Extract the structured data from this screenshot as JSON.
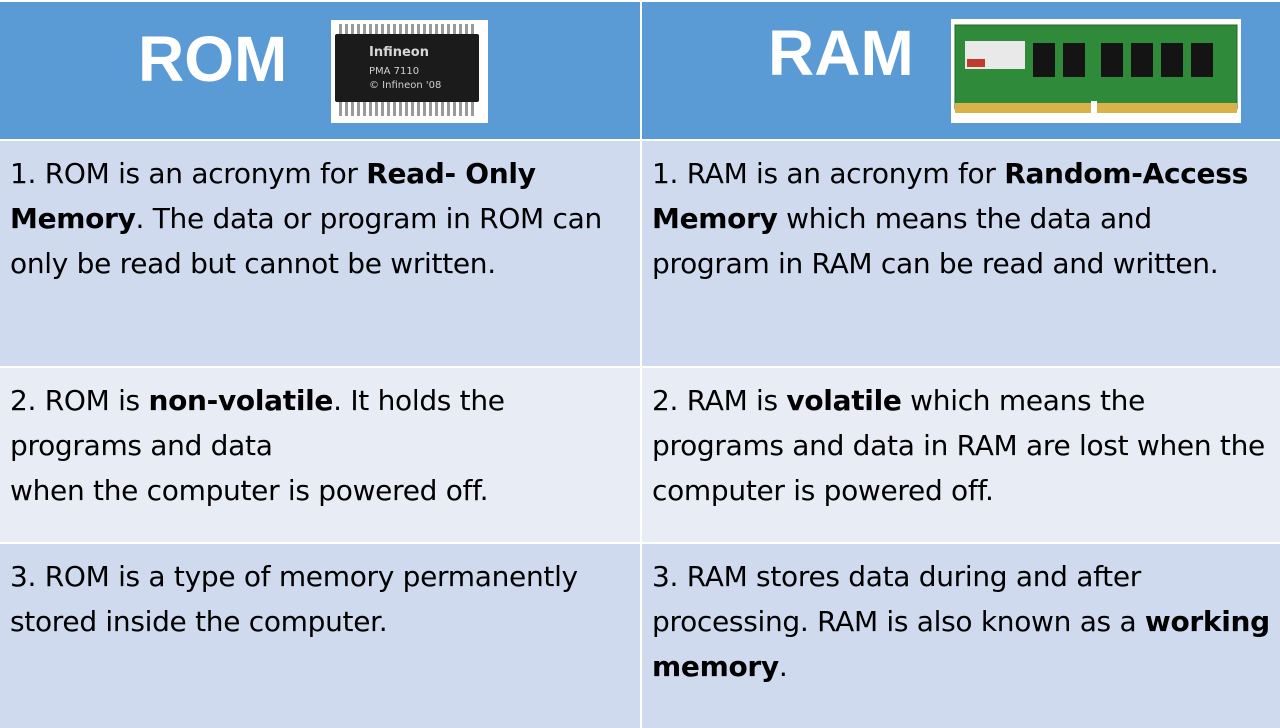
{
  "headers": {
    "rom": "ROM",
    "ram": "RAM"
  },
  "chip_labels": {
    "line1": "Infineon",
    "line2": "PMA 7110",
    "line3": "© Infineon '08"
  },
  "rows": [
    {
      "rom": {
        "a": "1. ROM is an acronym for ",
        "b": "Read- Only Memory",
        "c": ". The data or program in ROM can only be read but cannot be written."
      },
      "ram": {
        "a": "1. RAM is an acronym for ",
        "b": "Random-Access Memory",
        "c": " which means the data and program in RAM can be read and written."
      }
    },
    {
      "rom": {
        "a": "2. ROM is ",
        "b": "non-volatile",
        "c": ". It holds the programs and data",
        "d": "when the computer is powered off."
      },
      "ram": {
        "a": "2. RAM is ",
        "b": "volatile",
        "c": " which means the programs and data in RAM are lost when the computer is powered off."
      }
    },
    {
      "rom": {
        "a": "3. ROM is a type of memory permanently stored inside the computer."
      },
      "ram": {
        "a": "3. RAM stores data during and after processing. RAM is also known as a ",
        "b": "working memory",
        "c": "."
      }
    }
  ],
  "colors": {
    "header": "#5b9bd5",
    "row_dark": "#cfdaee",
    "row_light": "#e8ecf5"
  }
}
